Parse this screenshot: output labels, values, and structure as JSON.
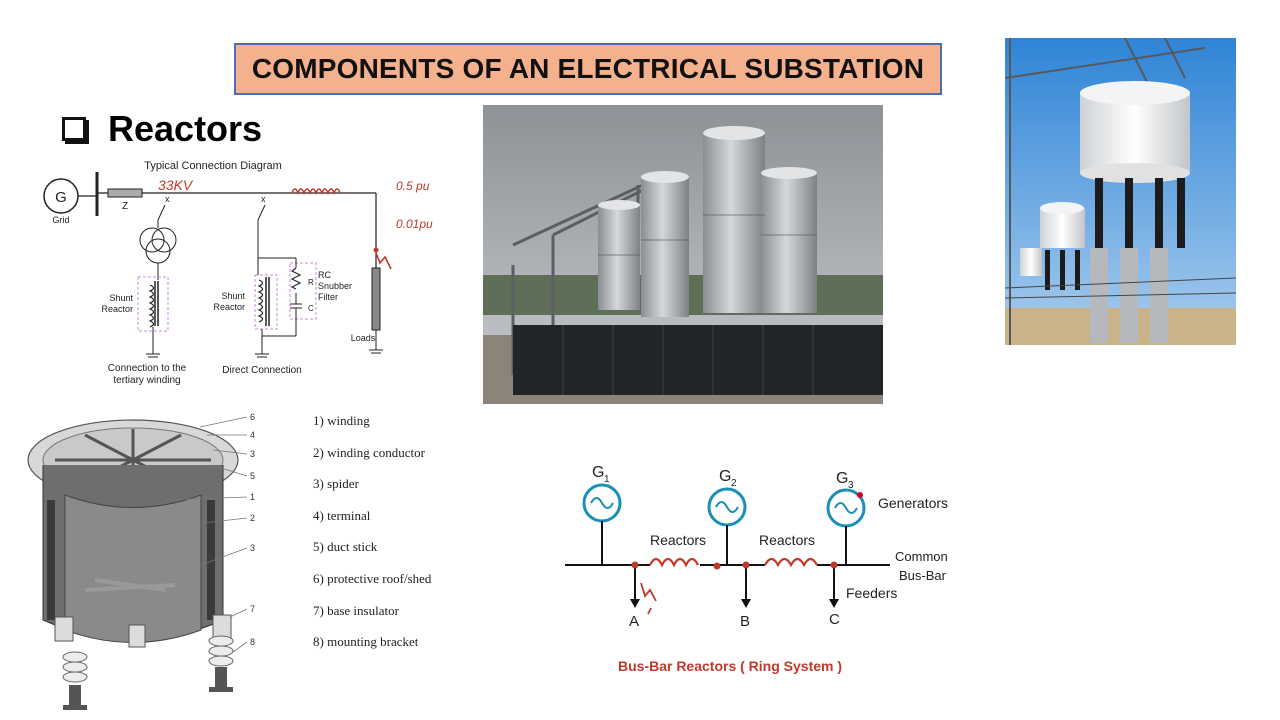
{
  "slide": {
    "title": "COMPONENTS OF AN ELECTRICAL SUBSTATION",
    "heading": "Reactors"
  },
  "connection_diagram": {
    "title": "Typical Connection Diagram",
    "grid_symbol": "G",
    "grid_label": "Grid",
    "impedance_label": "Z",
    "shunt_reactor_1": "Shunt Reactor",
    "caption_left_line1": "Connection to the",
    "caption_left_line2": "tertiary winding",
    "shunt_reactor_2": "Shunt Reactor",
    "r_label": "R",
    "c_label": "C",
    "snubber_line1": "RC",
    "snubber_line2": "Snubber",
    "snubber_line3": "Filter",
    "caption_mid": "Direct Connection",
    "loads_label": "Loads",
    "handwritten_voltage": "33KV",
    "handwritten_pu1": "0.5 pu",
    "handwritten_pu2": "0.01pu"
  },
  "reactor_parts": {
    "callouts": [
      "6",
      "4",
      "3",
      "5",
      "1",
      "2",
      "3",
      "7",
      "8"
    ],
    "items": [
      "1) winding",
      "2) winding conductor",
      "3) spider",
      "4) terminal",
      "5) duct stick",
      "6) protective roof/shed",
      "7) base insulator",
      "8) mounting bracket"
    ]
  },
  "busbar_diagram": {
    "g1": "G",
    "g2": "G",
    "g3": "G",
    "g1_sub": "1",
    "g2_sub": "2",
    "g3_sub": "3",
    "generators_label": "Generators",
    "reactors_label_1": "Reactors",
    "reactors_label_2": "Reactors",
    "busbar_line1": "Common",
    "busbar_line2": "Bus-Bar",
    "feeders_label": "Feeders",
    "feeder_a": "A",
    "feeder_b": "B",
    "feeder_c": "C",
    "caption": "Bus-Bar Reactors ( Ring System )"
  },
  "colors": {
    "title_bg": "#f5b08e",
    "title_border": "#4a6fb0",
    "generator_blue": "#1a8fb8",
    "annotation_red": "#c0392b"
  }
}
